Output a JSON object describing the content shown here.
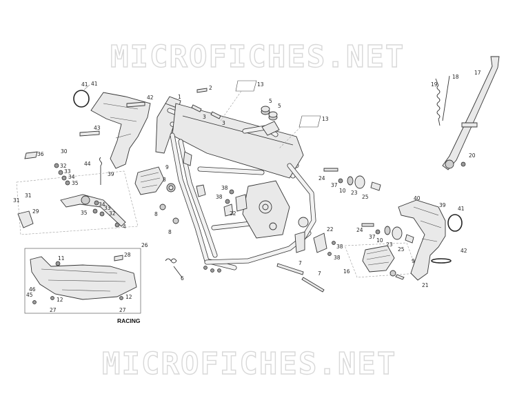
{
  "watermark": {
    "top": "MICROFICHES.NET",
    "bottom": "MICROFICHES.NET"
  },
  "callouts": [
    "1",
    "2",
    "3",
    "3",
    "4",
    "5",
    "5",
    "6",
    "7",
    "7",
    "8",
    "8",
    "9",
    "9",
    "10",
    "10",
    "11",
    "12",
    "12",
    "13",
    "13",
    "16",
    "17",
    "18",
    "19",
    "20",
    "21",
    "22",
    "22",
    "23",
    "23",
    "24",
    "24",
    "25",
    "25",
    "26",
    "27",
    "27",
    "28",
    "29",
    "30",
    "31",
    "31",
    "32",
    "32",
    "33",
    "33",
    "34",
    "34",
    "35",
    "35",
    "36",
    "37",
    "37",
    "38",
    "38",
    "38",
    "38",
    "39",
    "39",
    "40",
    "41",
    "41",
    "41",
    "42",
    "42",
    "43",
    "44",
    "45",
    "46"
  ],
  "racing_label": "RACING",
  "colors": {
    "line": "#333333",
    "fill": "#e9e9e9",
    "watermark": "#d8d8d8"
  }
}
